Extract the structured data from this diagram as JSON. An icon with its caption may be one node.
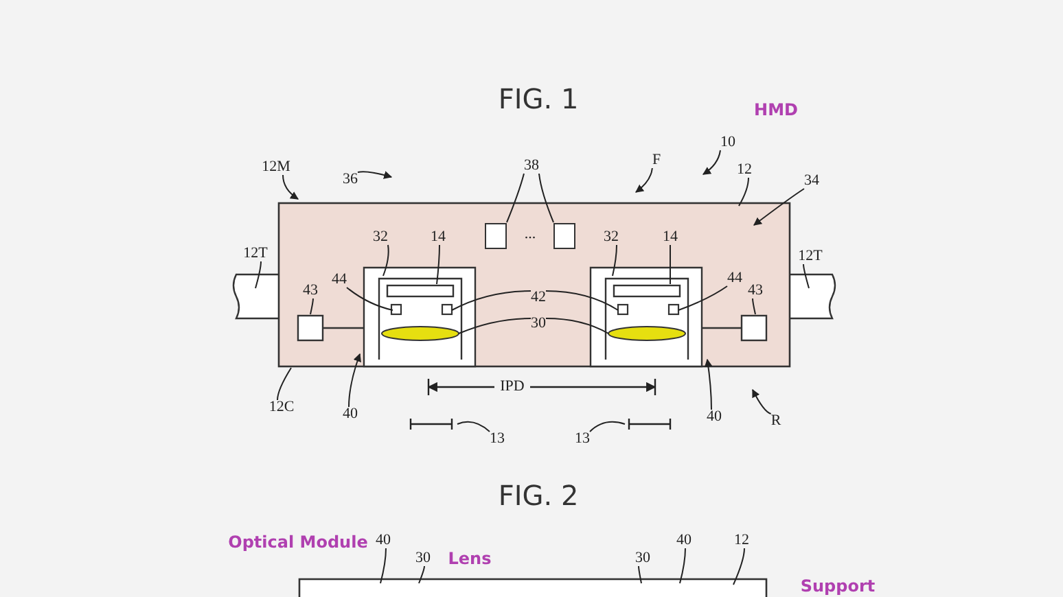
{
  "diagram": {
    "nodes": [
      {
        "text": [
          "10"
        ]
      },
      {
        "text": [
          "12M"
        ]
      },
      {
        "text": [
          "36"
        ]
      },
      {
        "text": [
          "38"
        ]
      },
      {
        "text": [
          "F"
        ]
      },
      {
        "text": [
          "12"
        ]
      },
      {
        "text": [
          "34"
        ]
      },
      {
        "text": [
          "32"
        ]
      },
      {
        "text": [
          "14"
        ]
      },
      {
        "text": [
          "32"
        ]
      },
      {
        "text": [
          "14"
        ]
      },
      {
        "text": [
          "12T"
        ]
      },
      {
        "text": [
          "12T"
        ]
      },
      {
        "text": [
          "44"
        ]
      },
      {
        "text": [
          "43"
        ]
      },
      {
        "text": [
          "42"
        ]
      },
      {
        "text": [
          "44"
        ]
      },
      {
        "text": [
          "43"
        ]
      },
      {
        "text": [
          "30"
        ]
      },
      {
        "text": [
          "12C"
        ]
      },
      {
        "text": [
          "40"
        ]
      },
      {
        "text": [
          "40"
        ]
      },
      {
        "text": [
          "R"
        ]
      },
      {
        "text": [
          "13"
        ]
      },
      {
        "text": [
          "13"
        ]
      },
      {
        "text": [
          "40"
        ]
      },
      {
        "text": [
          "30"
        ]
      },
      {
        "text": [
          "30"
        ]
      },
      {
        "text": [
          "40"
        ]
      },
      {
        "text": [
          "12"
        ]
      },
      {
        "text": [],
        "shape": "box"
      },
      {
        "text": [],
        "shape": "box"
      }
    ],
    "edges": [
      {
        "from": 0,
        "to": null,
        "arrow": "to"
      },
      {
        "from": 1,
        "to": null,
        "arrow": "to"
      },
      {
        "from": 2,
        "to": null,
        "arrow": "to"
      },
      {
        "from": 3,
        "to": 30,
        "arrow": "none"
      },
      {
        "from": 3,
        "to": 31,
        "arrow": "none"
      },
      {
        "from": 4,
        "to": null,
        "arrow": "to"
      },
      {
        "from": 5,
        "to": null,
        "arrow": "none"
      },
      {
        "from": 6,
        "to": null,
        "arrow": "to"
      },
      {
        "from": 7,
        "to": null,
        "arrow": "none"
      },
      {
        "from": 8,
        "to": null,
        "arrow": "none"
      },
      {
        "from": 9,
        "to": null,
        "arrow": "none"
      },
      {
        "from": 10,
        "to": null,
        "arrow": "none"
      },
      {
        "from": 11,
        "to": null,
        "arrow": "none"
      },
      {
        "from": 12,
        "to": null,
        "arrow": "none"
      },
      {
        "from": 13,
        "to": null,
        "arrow": "none"
      },
      {
        "from": 14,
        "to": null,
        "arrow": "none"
      },
      {
        "from": 15,
        "to": null,
        "arrow": "none"
      },
      {
        "from": 15,
        "to": null,
        "arrow": "none"
      },
      {
        "from": 16,
        "to": null,
        "arrow": "none"
      },
      {
        "from": 17,
        "to": null,
        "arrow": "none"
      },
      {
        "from": 18,
        "to": null,
        "arrow": "none"
      },
      {
        "from": 18,
        "to": null,
        "arrow": "none"
      },
      {
        "from": 19,
        "to": null,
        "arrow": "none"
      },
      {
        "from": 20,
        "to": null,
        "arrow": "to"
      },
      {
        "from": 21,
        "to": null,
        "arrow": "to"
      },
      {
        "from": 22,
        "to": null,
        "arrow": "to"
      },
      {
        "from": 23,
        "to": null,
        "arrow": "none"
      },
      {
        "from": 24,
        "to": null,
        "arrow": "none"
      },
      {
        "from": 25,
        "to": null,
        "arrow": "none"
      },
      {
        "from": 26,
        "to": null,
        "arrow": "none"
      },
      {
        "from": 27,
        "to": null,
        "arrow": "none"
      },
      {
        "from": 28,
        "to": null,
        "arrow": "none"
      },
      {
        "from": 29,
        "to": null,
        "arrow": "none"
      }
    ],
    "labels": [
      "FIG. 1",
      "HMD",
      "...",
      "IPD",
      "FIG. 2",
      "Optical Module",
      "Lens",
      "Support"
    ]
  }
}
